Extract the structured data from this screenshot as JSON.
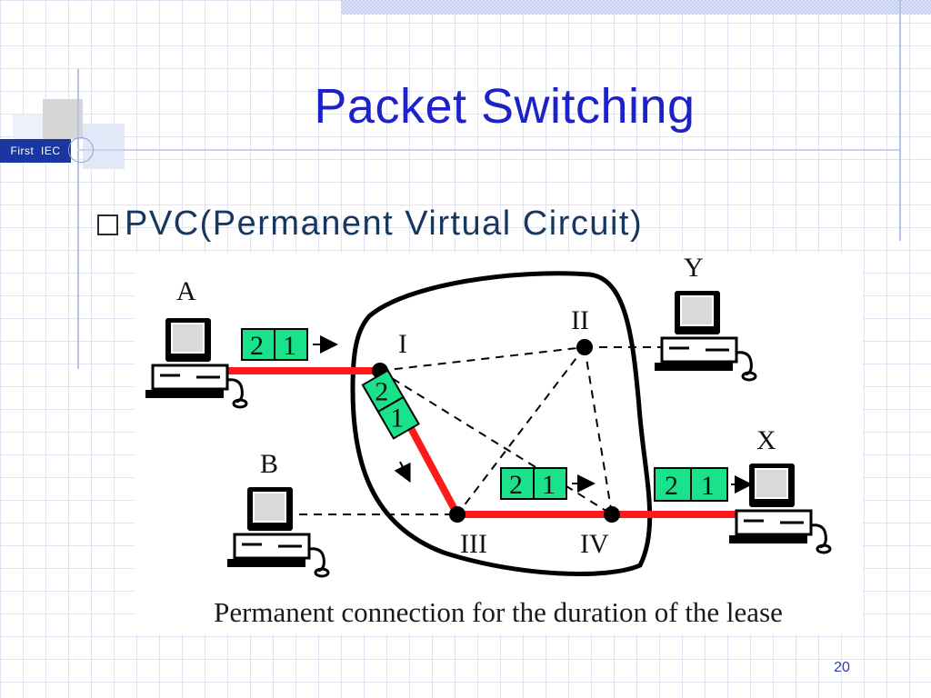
{
  "slide": {
    "title": "Packet Switching",
    "badge": "First  IEC",
    "bullet": "PVC(Permanent Virtual Circuit)",
    "page_number": "20"
  },
  "diagram": {
    "caption": "Permanent connection for the duration of the lease",
    "hosts": {
      "a": "A",
      "b": "B",
      "x": "X",
      "y": "Y"
    },
    "switches": {
      "s1": "I",
      "s2": "II",
      "s3": "III",
      "s4": "IV"
    },
    "packets": {
      "a_out": [
        "2",
        "1"
      ],
      "s1_s3": [
        "2",
        "1"
      ],
      "s3_s4": [
        "2",
        "1"
      ],
      "s4_x": [
        "2",
        "1"
      ]
    }
  },
  "colors": {
    "path": "#ff1a1a",
    "packet_fill": "#19e28a",
    "title": "#1c22c8",
    "badge": "#1a36a0"
  }
}
